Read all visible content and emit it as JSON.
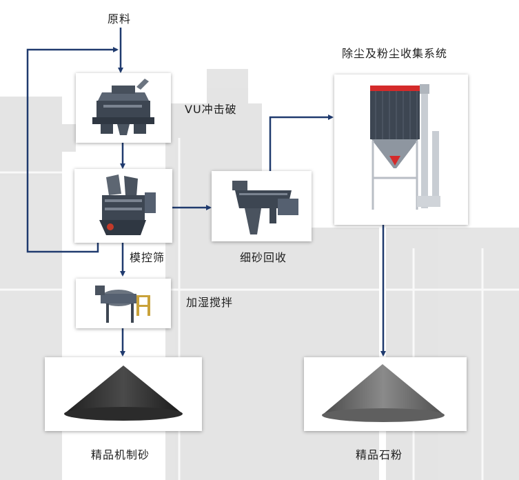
{
  "labels": {
    "raw_material": "原料",
    "vu_crusher": "VU冲击破",
    "mold_screen": "模控筛",
    "fine_sand_recovery": "细砂回收",
    "humidify_mix": "加湿搅拌",
    "dust_system": "除尘及粉尘收集系统",
    "product_sand": "精品机制砂",
    "product_powder": "精品石粉"
  },
  "icons": {
    "crusher": "vu-crusher-machine-icon",
    "screen": "mold-screen-machine-icon",
    "recovery": "fine-sand-recovery-machine-icon",
    "mixer": "humidifying-mixer-machine-icon",
    "collector": "dust-collector-tower-icon",
    "sand_pile": "sand-pile-icon",
    "powder_pile": "stone-powder-pile-icon"
  },
  "colors": {
    "arrow": "#1f3a6e",
    "background_art": "#d9d9d9",
    "collector_accent": "#d42a2a",
    "machine_dark": "#3d4652",
    "sand_pile": "#2b2b2b",
    "powder_pile": "#5f5f5f"
  }
}
